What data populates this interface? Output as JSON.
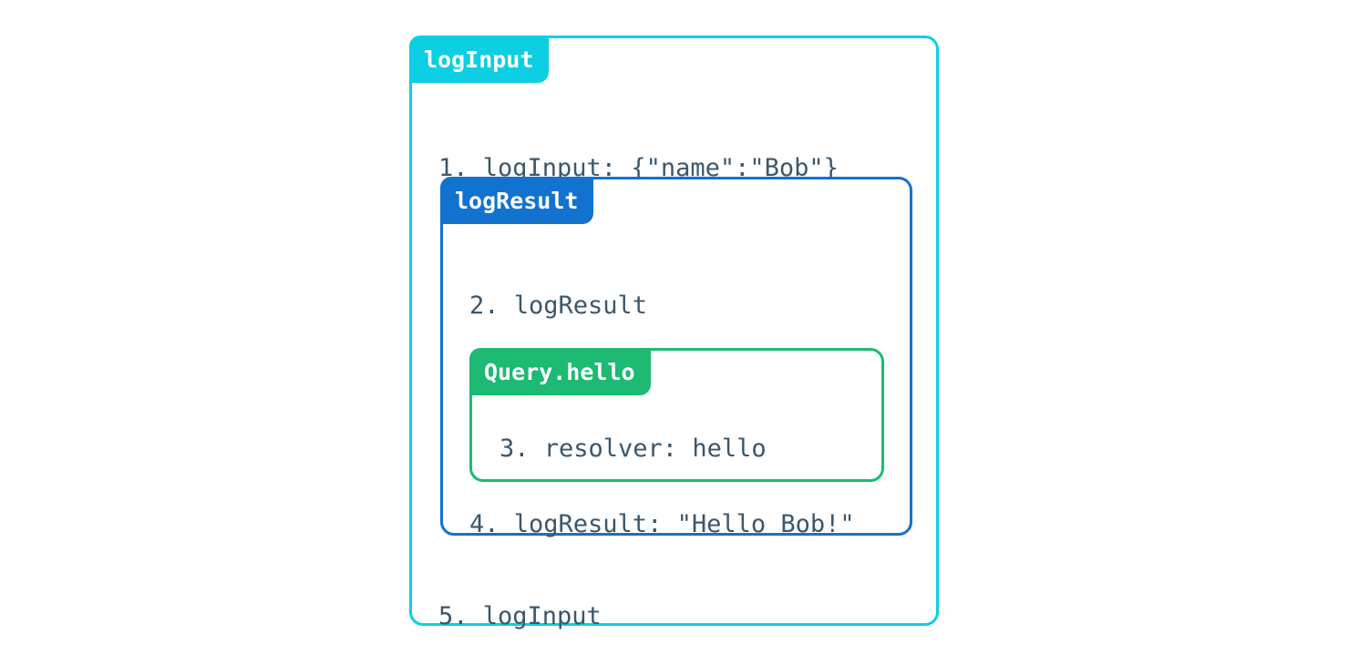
{
  "diagram": {
    "title": "logInput nested execution trace",
    "colors": {
      "outer_accent": "#0ccfe3",
      "middle_accent": "#1272d0",
      "inner_accent": "#1cba72",
      "text": "#3c566a",
      "background": "#ffffff"
    },
    "outer_box": {
      "tab_label": "logInput",
      "lines": [
        {
          "number": "1.",
          "text": "1. logInput: {\"name\":\"Bob\"}"
        },
        {
          "number": "5.",
          "text": "5. logInput"
        }
      ]
    },
    "middle_box": {
      "tab_label": "logResult",
      "lines": [
        {
          "number": "2.",
          "text": "2. logResult"
        },
        {
          "number": "4.",
          "text": "4. logResult: \"Hello Bob!\""
        }
      ]
    },
    "inner_box": {
      "tab_label": "Query.hello",
      "lines": [
        {
          "number": "3.",
          "text": "3. resolver: hello"
        }
      ]
    }
  }
}
